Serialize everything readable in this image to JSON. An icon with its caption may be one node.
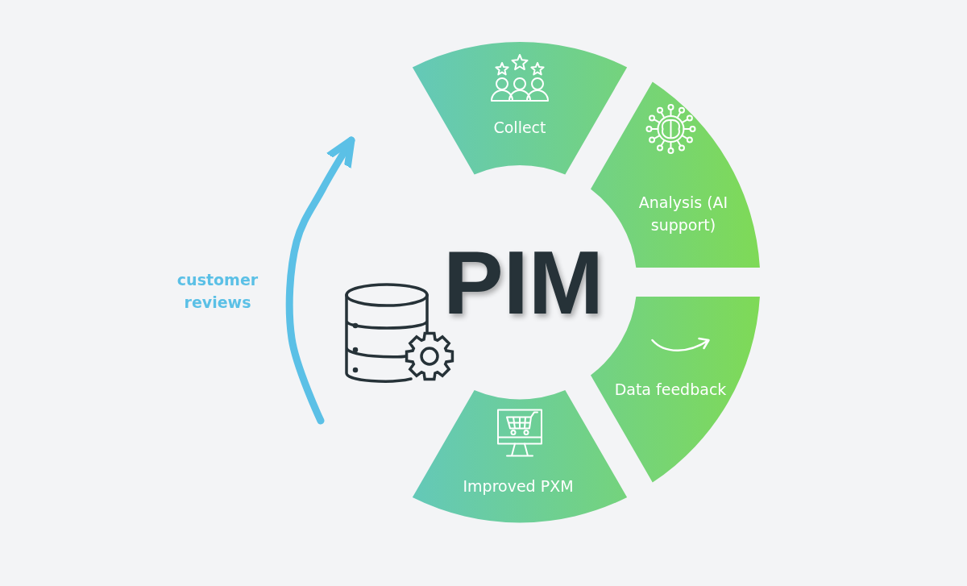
{
  "diagram": {
    "nodes": [
      {
        "text": [
          "PIM"
        ]
      },
      {
        "text": [
          "Collect"
        ]
      },
      {
        "text": [
          "Analysis (AI support)"
        ]
      },
      {
        "text": [
          "Data feedback"
        ]
      },
      {
        "text": [
          "Improved PXM"
        ]
      }
    ],
    "edges": [
      {
        "from": null,
        "to": 1,
        "arrow": "to",
        "label": "customer reviews"
      }
    ]
  }
}
